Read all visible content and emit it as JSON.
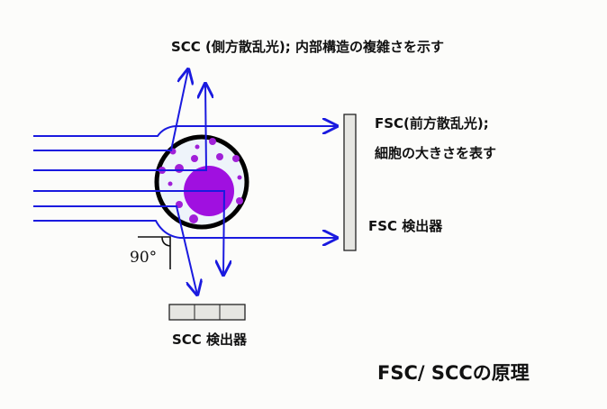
{
  "labels": {
    "scc_title": "SCC (側方散乱光); 内部構造の複雑さを示す",
    "fsc_title_line1": "FSC(前方散乱光);",
    "fsc_title_line2": "細胞の大きさを表す",
    "fsc_detector": "FSC 検出器",
    "scc_detector": "SCC 検出器",
    "angle": "90°",
    "diagram_title": "FSC/ SCCの原理"
  },
  "colors": {
    "beam": "#1a1adf",
    "cell_fill": "#eef4fa",
    "organelle": "#a020d8",
    "nucleus": "#a010e0",
    "detector": "#e6e6e2"
  }
}
